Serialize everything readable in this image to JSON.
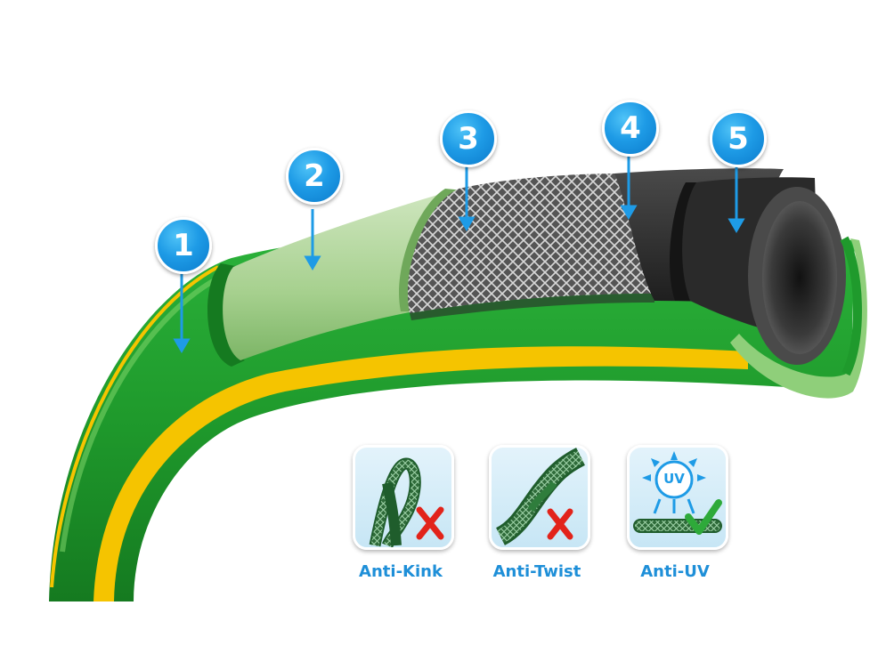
{
  "layers": [
    {
      "number": "1"
    },
    {
      "number": "2"
    },
    {
      "number": "3"
    },
    {
      "number": "4"
    },
    {
      "number": "5"
    }
  ],
  "features": [
    {
      "label": "Anti-Kink",
      "icon": "kink-loop-icon",
      "mark": "cross"
    },
    {
      "label": "Anti-Twist",
      "icon": "twisted-hose-icon",
      "mark": "cross"
    },
    {
      "label": "Anti-UV",
      "icon": "uv-sun-icon",
      "badge_text": "UV",
      "mark": "check"
    }
  ],
  "colors": {
    "hose_green": "#1f9a2c",
    "stripe_yellow": "#f5c400",
    "inner_black": "#222222",
    "badge_blue": "#1e9be6",
    "label_blue": "#1e8fd8",
    "cross_red": "#e2231a",
    "check_green": "#2eaa3a"
  }
}
